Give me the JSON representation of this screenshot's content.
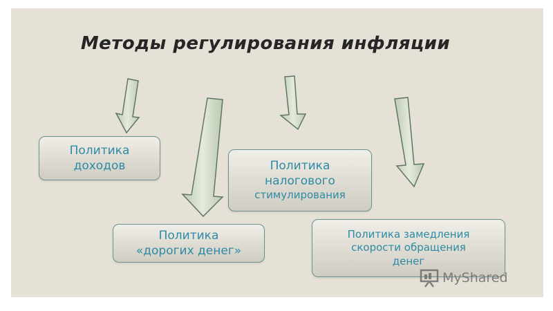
{
  "title": "Методы регулирования инфляции",
  "boxes": {
    "income": [
      "Политика",
      "доходов"
    ],
    "tax": [
      "Политика",
      "налогового",
      "стимулирования"
    ],
    "money": [
      "Политика",
      "«дорогих денег»"
    ],
    "velocity": [
      "Политика замедления",
      "скорости обращения",
      "денег"
    ]
  },
  "watermark": "MyShared",
  "colors": {
    "background": "#e5e1d6",
    "box_text": "#2d8aa4",
    "box_border": "#6b9090",
    "arrow_fill": "#cfd8c4",
    "arrow_stroke": "#5e7564"
  }
}
